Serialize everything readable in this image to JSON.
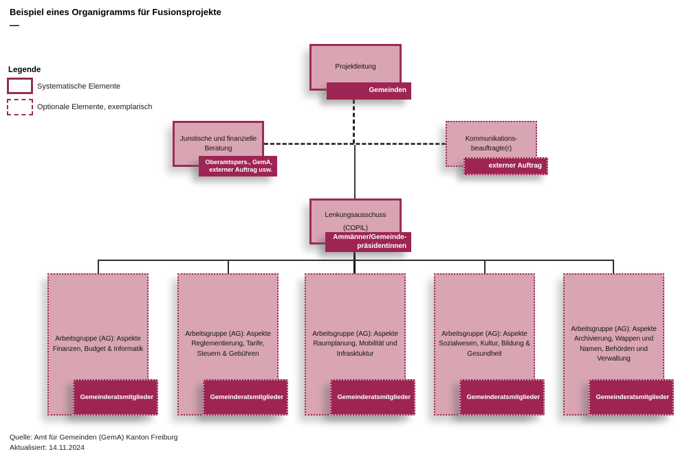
{
  "title": "Beispiel eines Organigramms für Fusionsprojekte",
  "title_dash": "—",
  "legend": {
    "heading": "Legende",
    "items": [
      {
        "style": "solid",
        "label": "Systematische Elemente"
      },
      {
        "style": "dashed",
        "label": "Optionale Elemente, exemplarisch"
      }
    ]
  },
  "nodes": {
    "projektleitung": {
      "label": "Projektleitung",
      "badge": "Gemeinden",
      "type": "systematisch"
    },
    "beratung": {
      "label": "Juristische und finanzielle\nBeratung",
      "badge": "Oberamtspers., GemA,\nexterner Auftrag usw.",
      "type": "systematisch"
    },
    "kommunikation": {
      "label": "Kommunikations-\nbeauftragte(r)",
      "badge": "externer Auftrag",
      "type": "optional"
    },
    "lenkungsausschuss": {
      "label": "Lenkungsausschuss\n(COPIL)",
      "badge": "Ammänner/Gemeinde-\npräsidentinnen",
      "type": "systematisch"
    }
  },
  "workgroups": [
    {
      "label": "Arbeitsgruppe (AG): Aspekte\nFinanzen, Budget & Informatik",
      "badge": "Gemeinderatsmitglieder",
      "type": "optional"
    },
    {
      "label": "Arbeitsgruppe (AG): Aspekte\nReglementierung, Tarife,\nSteuern & Gebühren",
      "badge": "Gemeinderatsmitglieder",
      "type": "optional"
    },
    {
      "label": "Arbeitsgruppe (AG): Aspekte\nRaumplanung, Mobilität und\nInfrasktuktur",
      "badge": "Gemeinderatsmitglieder",
      "type": "optional"
    },
    {
      "label": "Arbeitsgruppe (AG): Aspekte\nSozialwesen, Kultur, Bildung &\nGesundheit",
      "badge": "Gemeinderatsmitglieder",
      "type": "optional"
    },
    {
      "label": "Arbeitsgruppe (AG): Aspekte\nArchivierung, Wappen und\nNamen, Behörden und\nVerwaltung",
      "badge": "Gemeinderatsmitglieder",
      "type": "optional"
    }
  ],
  "footer": {
    "source": "Quelle: Amt für Gemeinden (GemA) Kanton Freiburg",
    "updated": "Aktualisiert: 14.11.2024"
  },
  "colors": {
    "box_fill": "#d9a5b3",
    "box_border": "#9a2b52",
    "badge_background": "#9e2553",
    "badge_text": "#ffffff",
    "connector": "#2d2d2d"
  }
}
